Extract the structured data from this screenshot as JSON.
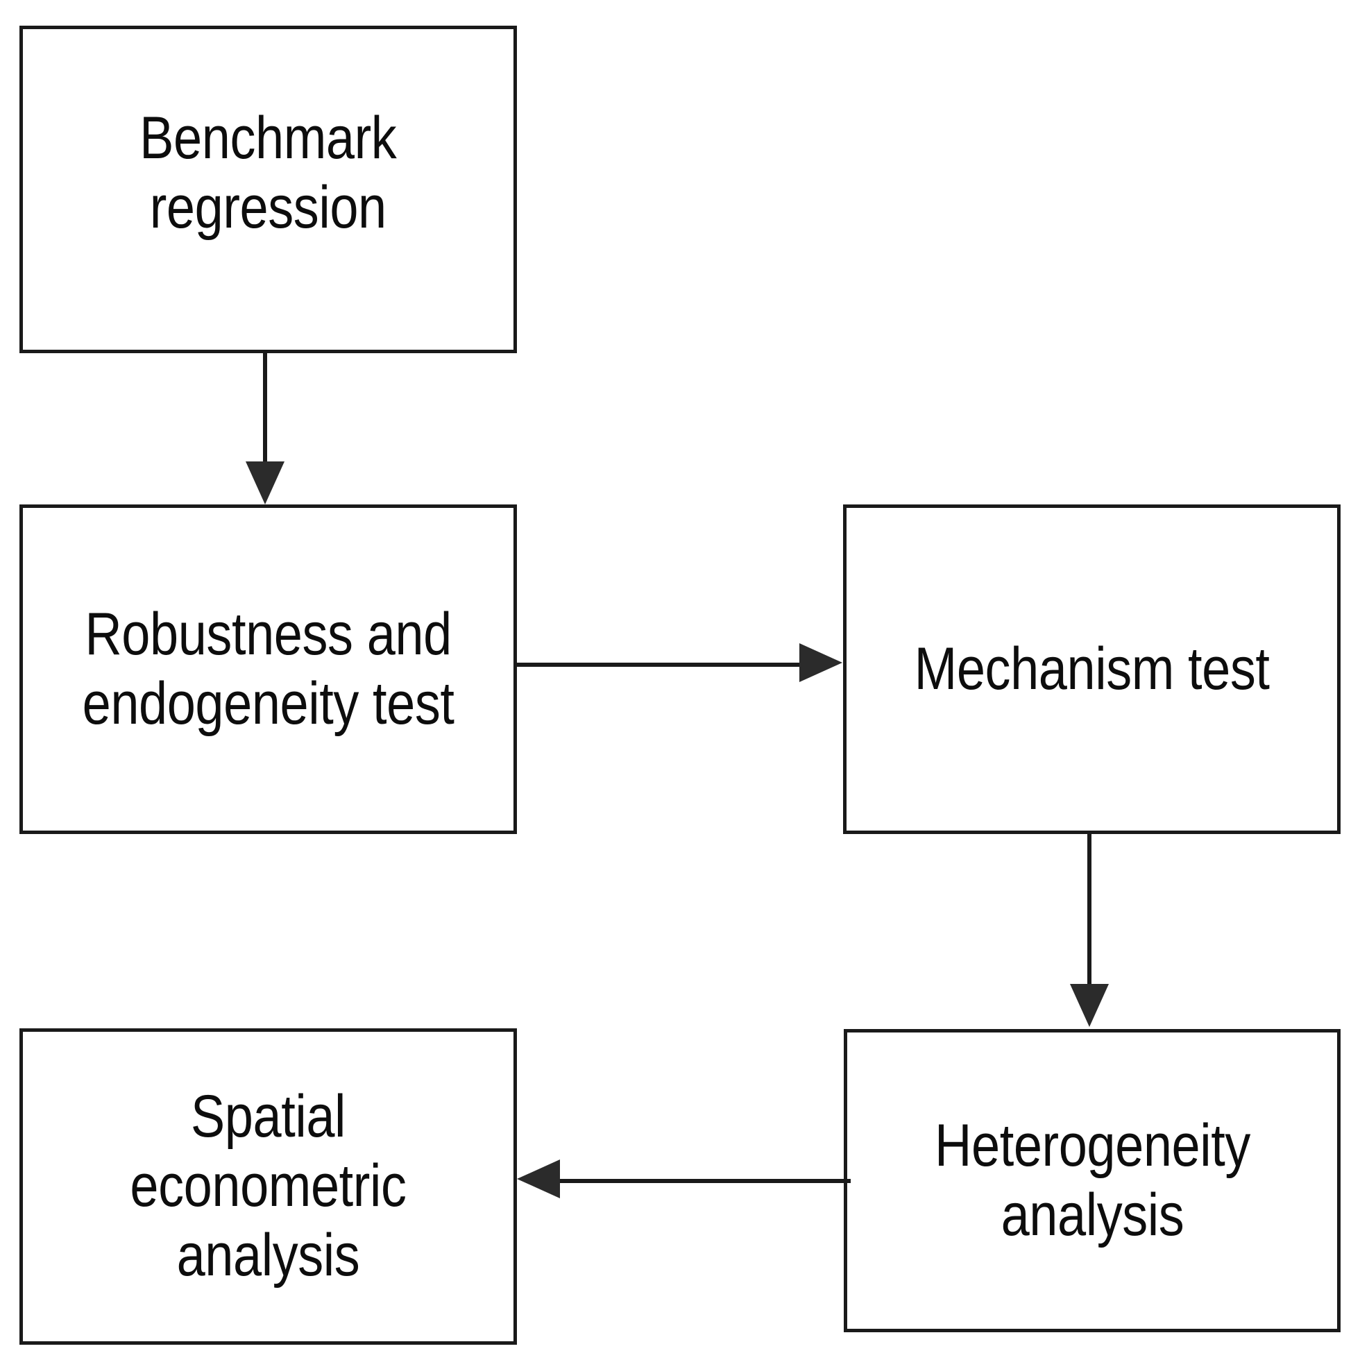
{
  "diagram": {
    "type": "flowchart",
    "background_color": "#ffffff",
    "line_color": "#1a1a1a",
    "text_color": "#0d0d0d",
    "nodes": [
      {
        "id": "benchmark-regression",
        "label": "Benchmark\nregression"
      },
      {
        "id": "robustness-endogeneity",
        "label": "Robustness and\nendogeneity test"
      },
      {
        "id": "mechanism-test",
        "label": "Mechanism test"
      },
      {
        "id": "heterogeneity-analysis",
        "label": "Heterogeneity\nanalysis"
      },
      {
        "id": "spatial-econometric",
        "label": "Spatial\neconometric\nanalysis"
      }
    ],
    "edges": [
      {
        "id": "benchmark-to-robustness",
        "from": "benchmark-regression",
        "to": "robustness-endogeneity",
        "direction": "down"
      },
      {
        "id": "robustness-to-mechanism",
        "from": "robustness-endogeneity",
        "to": "mechanism-test",
        "direction": "right"
      },
      {
        "id": "mechanism-to-heterogeneity",
        "from": "mechanism-test",
        "to": "heterogeneity-analysis",
        "direction": "down"
      },
      {
        "id": "heterogeneity-to-spatial",
        "from": "heterogeneity-analysis",
        "to": "spatial-econometric",
        "direction": "left"
      }
    ]
  }
}
